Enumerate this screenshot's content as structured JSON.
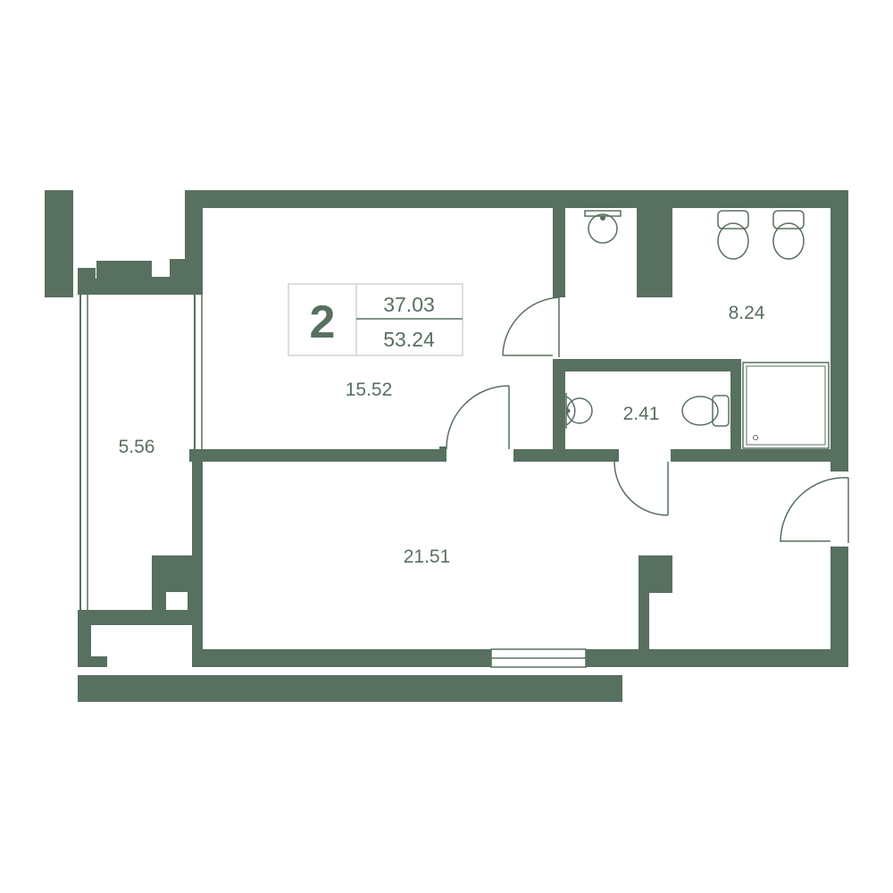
{
  "colors": {
    "wall": "#58705f",
    "background": "#ffffff"
  },
  "badge": {
    "rooms": "2",
    "living_area": "37.03",
    "total_area": "53.24"
  },
  "rooms": {
    "balcony": "5.56",
    "bedroom": "15.52",
    "living_room": "21.51",
    "bathroom_large": "8.24",
    "bathroom_small": "2.41"
  }
}
